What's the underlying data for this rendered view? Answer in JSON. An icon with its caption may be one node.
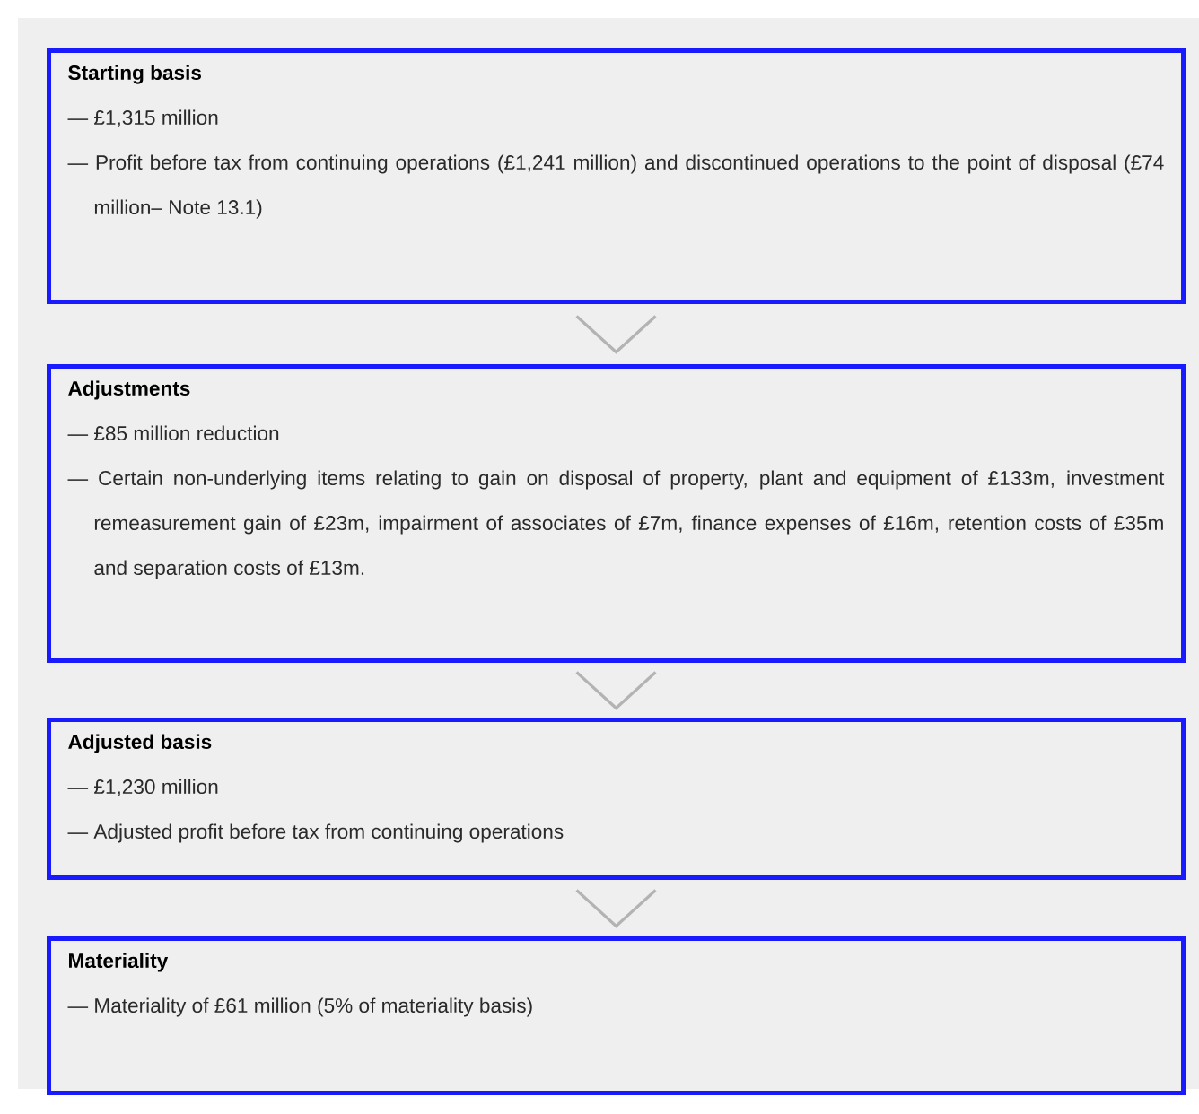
{
  "diagram": {
    "nodes": [
      {
        "text": [
          "Starting basis",
          "— £1,315 million",
          "— Profit before tax from continuing operations (£1,241 million) and discontinued operations to the point of disposal (£74 million– Note 13.1)"
        ]
      },
      {
        "text": [
          "Adjustments",
          "— £85 million reduction",
          "— Certain non-underlying items relating to gain on disposal of property, plant and equipment of £133m, investment remeasurement gain of £23m, impairment of associates of £7m, finance expenses of £16m, retention costs of £35m and separation costs of £13m."
        ]
      },
      {
        "text": [
          "Adjusted basis",
          "— £1,230 million",
          "— Adjusted profit before tax from continuing operations"
        ]
      },
      {
        "text": [
          "Materiality",
          "— Materiality of £61 million (5% of materiality basis)"
        ]
      }
    ],
    "edges": [
      {
        "from": 0,
        "to": 1,
        "arrow": "to"
      },
      {
        "from": 1,
        "to": 2,
        "arrow": "to"
      },
      {
        "from": 2,
        "to": 3,
        "arrow": "to"
      }
    ]
  }
}
